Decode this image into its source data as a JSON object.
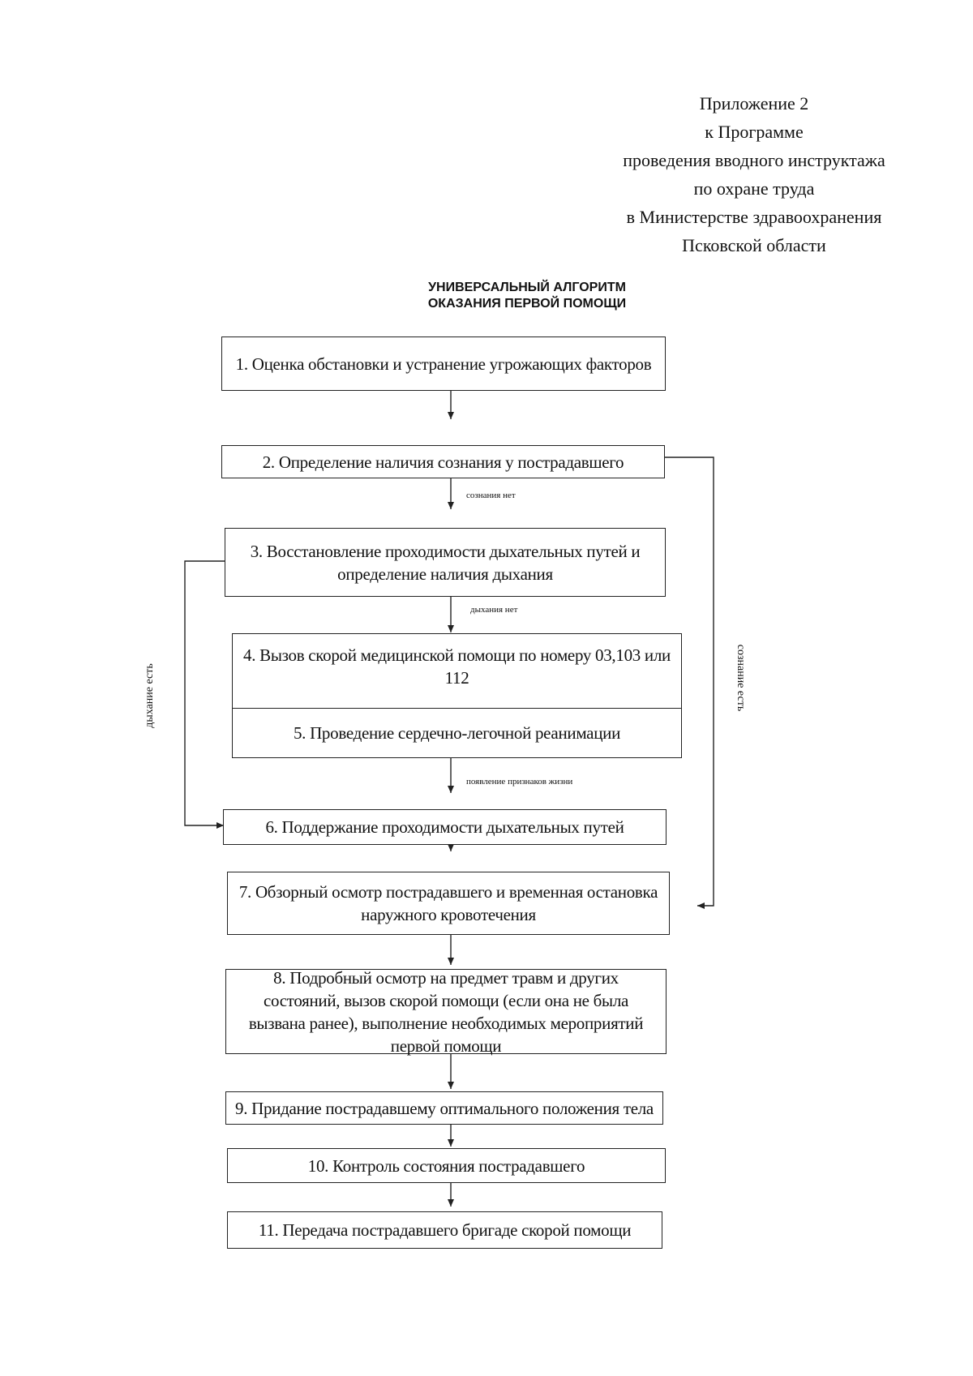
{
  "header": {
    "line1": "Приложение 2",
    "line2": "к Программе",
    "line3": "проведения вводного инструктажа",
    "line4": "по охране труда",
    "line5": "в Министерстве здравоохранения",
    "line6": "Псковской области"
  },
  "title": {
    "line1": "УНИВЕРСАЛЬНЫЙ АЛГОРИТМ",
    "line2": "ОКАЗАНИЯ ПЕРВОЙ ПОМОЩИ"
  },
  "steps": [
    "1. Оценка обстановки и устранение угрожающих факторов",
    "2. Определение наличия сознания у пострадавшего",
    "3. Восстановление проходимости дыхательных путей и определение наличия дыхания",
    "4. Вызов скорой медицинской помощи по номеру 03,103 или 112",
    "5. Проведение сердечно-легочной реанимации",
    "6. Поддержание проходимости дыхательных путей",
    "7. Обзорный осмотр пострадавшего и временная остановка наружного кровотечения",
    "8. Подробный осмотр на предмет травм и других состояний, вызов скорой помощи (если она не была вызвана ранее), выполнение необходимых мероприятий первой помощи",
    "9. Придание пострадавшему оптимального положения тела",
    "10. Контроль состояния пострадавшего",
    "11. Передача пострадавшего бригаде скорой помощи"
  ],
  "labels": {
    "no_consciousness": "сознания нет",
    "no_breathing": "дыхания нет",
    "signs_of_life": "появление признаков жизни",
    "breathing_present": "дыхание есть",
    "consciousness_present": "сознание есть"
  }
}
